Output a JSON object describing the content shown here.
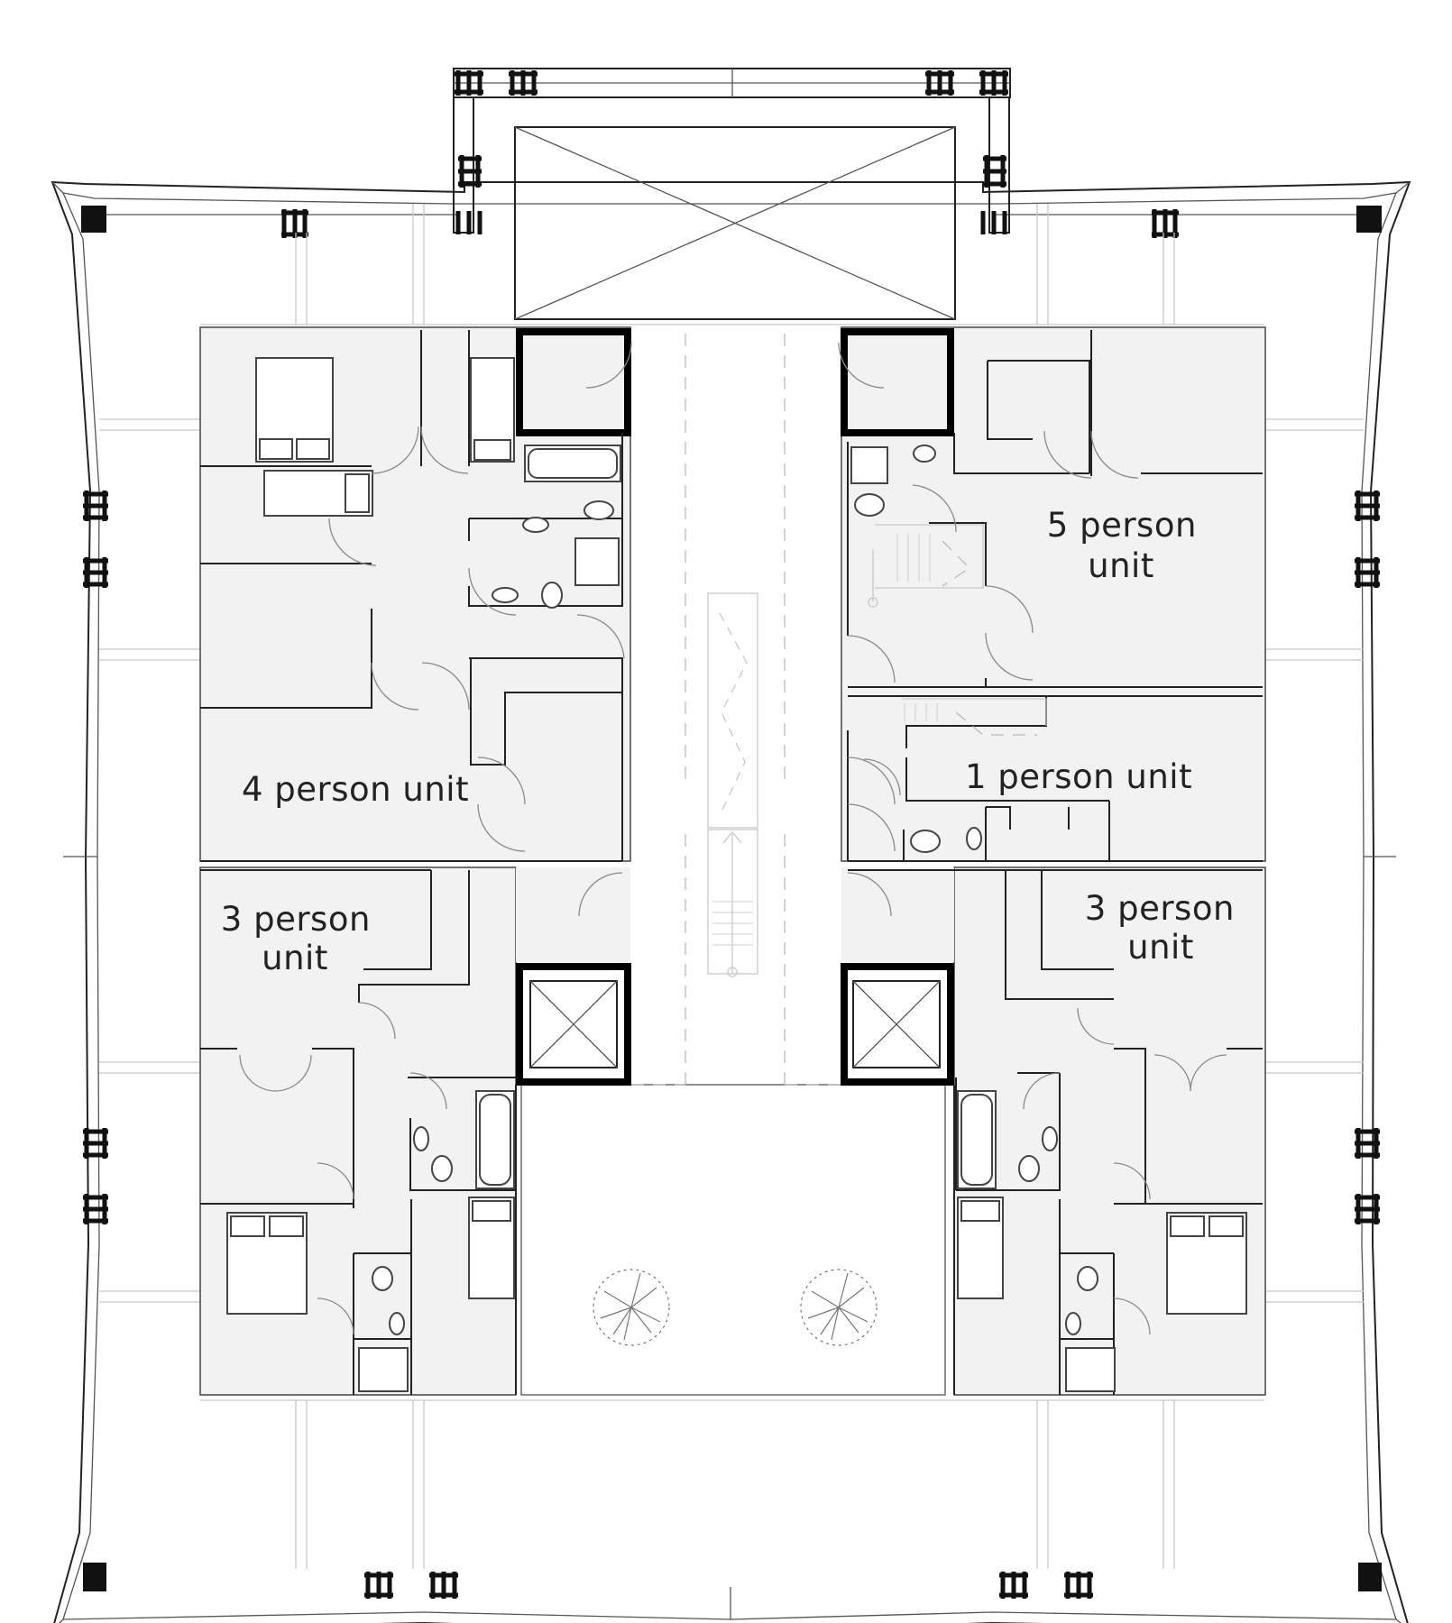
{
  "units": {
    "four_person": "4 person unit",
    "three_person_left": [
      "3 person",
      "unit"
    ],
    "five_person": [
      "5 person",
      "unit"
    ],
    "one_person": "1 person unit",
    "three_person_right": [
      "3 person",
      "unit"
    ]
  }
}
